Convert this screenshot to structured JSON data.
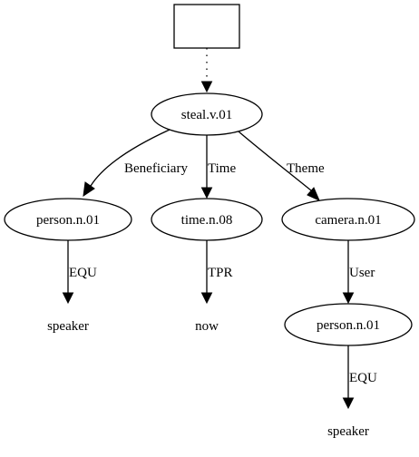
{
  "graph": {
    "root": {
      "label": ""
    },
    "nodes": {
      "steal": "steal.v.01",
      "person1": "person.n.01",
      "time": "time.n.08",
      "camera": "camera.n.01",
      "speaker1": "speaker",
      "now": "now",
      "person2": "person.n.01",
      "speaker2": "speaker"
    },
    "edges": {
      "beneficiary": "Beneficiary",
      "time": "Time",
      "theme": "Theme",
      "equ1": "EQU",
      "tpr": "TPR",
      "user": "User",
      "equ2": "EQU"
    }
  }
}
